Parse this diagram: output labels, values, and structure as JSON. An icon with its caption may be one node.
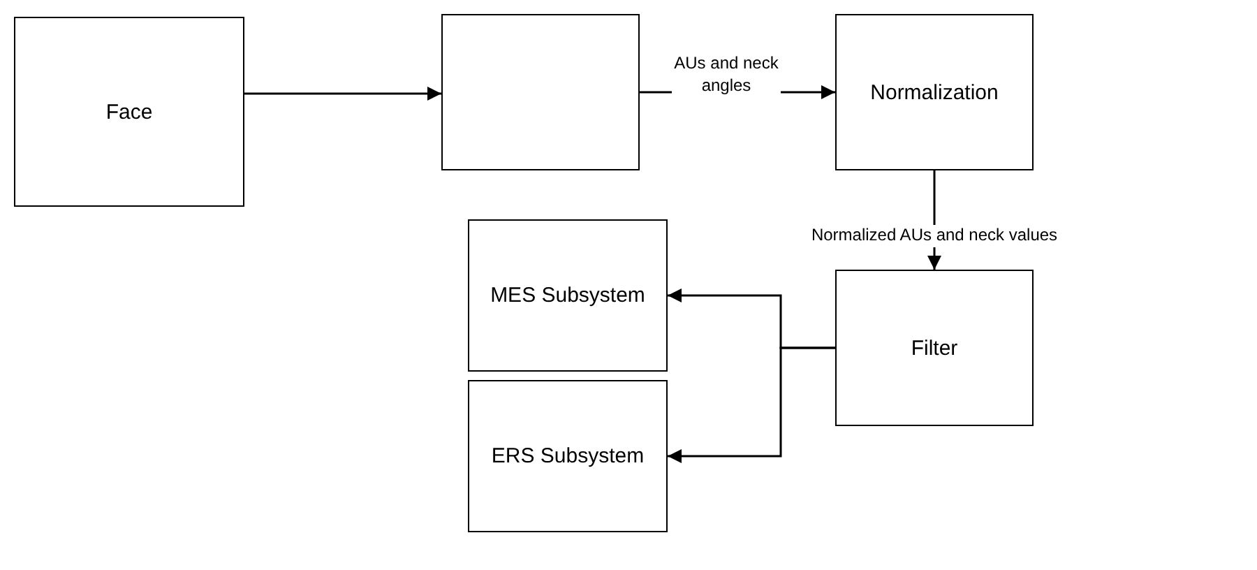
{
  "diagram": {
    "nodes": [
      {
        "text": [
          "Face"
        ]
      },
      {
        "text": [],
        "shape": "box"
      },
      {
        "text": [
          "Normalization"
        ]
      },
      {
        "text": [
          "MES Subsystem"
        ]
      },
      {
        "text": [
          "Filter"
        ]
      },
      {
        "text": [
          "ERS Subsystem"
        ]
      }
    ],
    "edges": [
      {
        "from": 0,
        "to": 1,
        "arrow": "to"
      },
      {
        "from": 1,
        "to": 2,
        "arrow": "to",
        "label": "AUs and neck angles"
      },
      {
        "from": 2,
        "to": 4,
        "arrow": "to",
        "label": "Normalized AUs and neck values"
      },
      {
        "from": 4,
        "to": 3,
        "arrow": "to"
      },
      {
        "from": 4,
        "to": 5,
        "arrow": "to"
      }
    ]
  }
}
